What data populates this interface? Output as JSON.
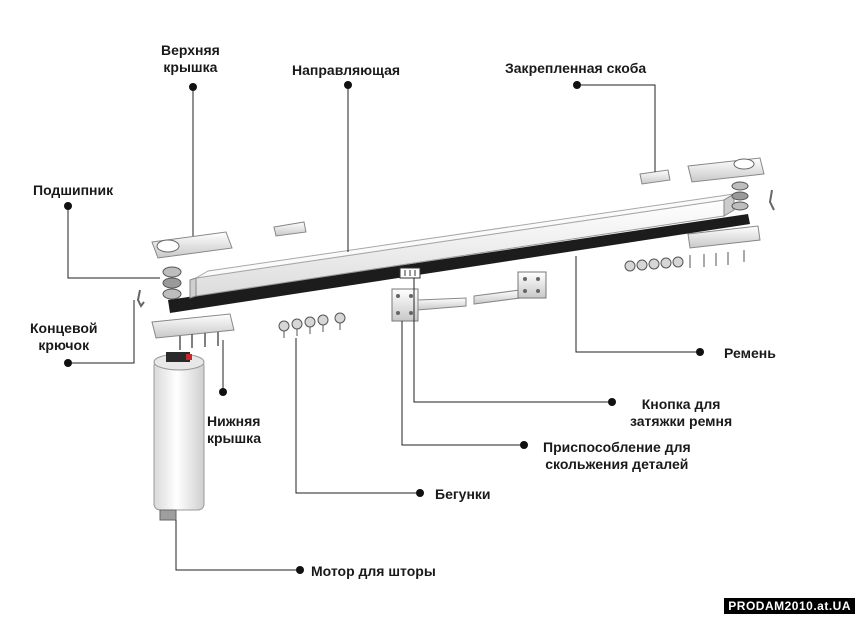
{
  "labels": {
    "top_cover": [
      "Верхняя",
      "крышка"
    ],
    "rail": "Направляющая",
    "fixed_bracket": "Закрепленная скоба",
    "bearing": "Подшипник",
    "end_hook": [
      "Концевой",
      "крючок"
    ],
    "bottom_cover": [
      "Нижняя",
      "крышка"
    ],
    "belt": "Ремень",
    "belt_button": [
      "Кнопка для",
      "затяжки ремня"
    ],
    "slide_device": [
      "Приспособление для",
      "скольжения деталей"
    ],
    "runners": "Бегунки",
    "motor": "Мотор для шторы"
  },
  "watermark": "PRODAM2010.at.UA",
  "colors": {
    "rail_body": "#f2f2f2",
    "belt": "#1c1c1c",
    "leader": "#222222",
    "dot": "#111111"
  }
}
